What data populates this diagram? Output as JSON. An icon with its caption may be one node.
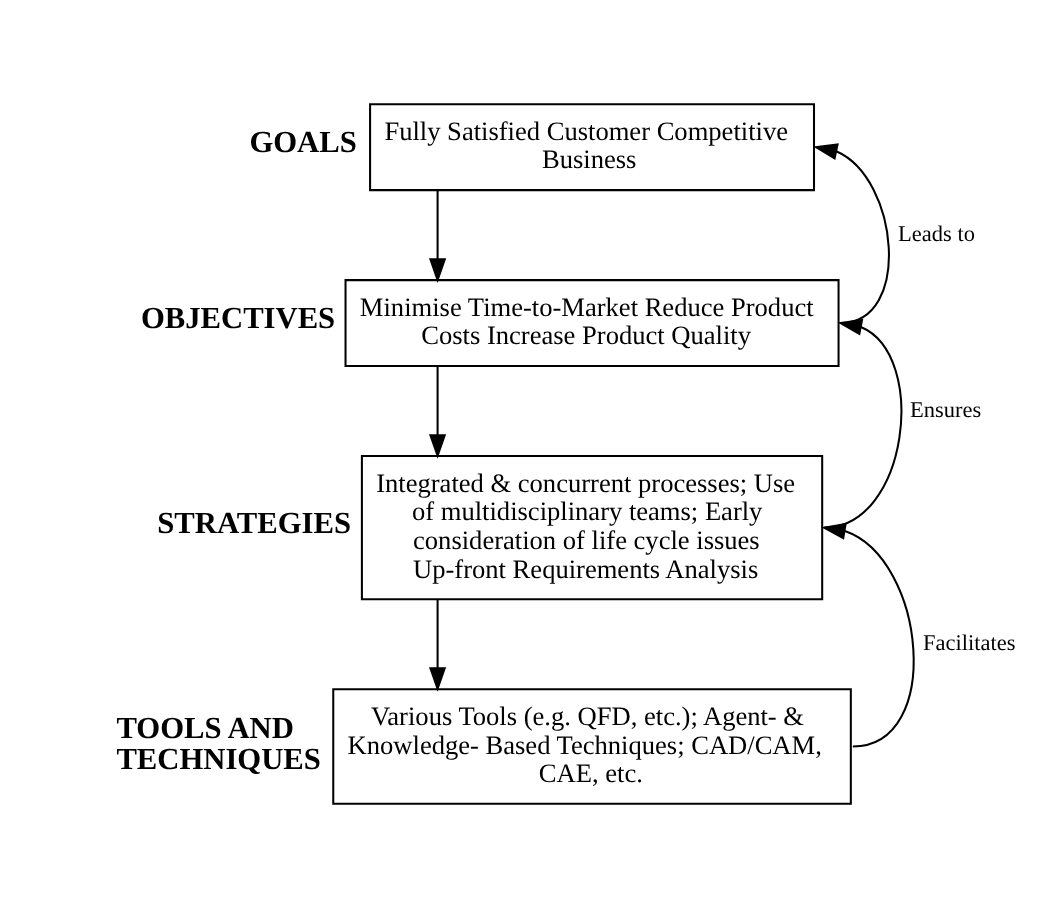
{
  "diagram": {
    "nodes": [
      {
        "text": [
          "Fully Satisfied Customer Competitive Business"
        ],
        "beside": [
          "GOALS"
        ]
      },
      {
        "text": [
          "Minimise Time-to-Market Reduce Product Costs Increase Product Quality"
        ],
        "beside": [
          "OBJECTIVES"
        ]
      },
      {
        "text": [
          "Integrated & concurrent processes; Use of multidisciplinary teams; Early consideration of life cycle issues Up-front Requirements Analysis"
        ],
        "beside": [
          "STRATEGIES"
        ]
      },
      {
        "text": [
          "Various Tools (e.g. QFD, etc.); Agent- & Knowledge- Based Techniques; CAD/CAM, CAE, etc."
        ],
        "beside": [
          "TOOLS AND TECHNIQUES"
        ]
      }
    ],
    "edges": [
      {
        "from": 0,
        "to": 1,
        "arrow": "to"
      },
      {
        "from": 1,
        "to": 2,
        "arrow": "to"
      },
      {
        "from": 2,
        "to": 3,
        "arrow": "to"
      },
      {
        "from": 1,
        "to": 0,
        "arrow": "to",
        "label": "Leads to"
      },
      {
        "from": 2,
        "to": 1,
        "arrow": "to",
        "label": "Ensures"
      },
      {
        "from": 3,
        "to": 2,
        "arrow": "to",
        "label": "Facilitates"
      }
    ]
  }
}
